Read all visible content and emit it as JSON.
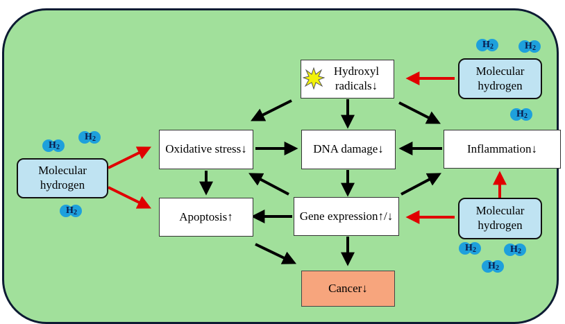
{
  "boxes": {
    "hydroxyl": "Hydroxyl radicals↓",
    "oxidative": "Oxidative stress↓",
    "dna": "DNA damage↓",
    "inflammation": "Inflammation↓",
    "apoptosis": "Apoptosis↑",
    "gene": "Gene expression↑/↓",
    "cancer": "Cancer↓",
    "molecular_hydrogen": "Molecular hydrogen"
  },
  "h2_label": "H",
  "h2_subscript": "2",
  "colors": {
    "panel": "#a1e09b",
    "molecular_hydrogen_box": "#bfe3f2",
    "cancer_box": "#f7a57d",
    "h2_bubble": "#1ea0dc",
    "hydrogen_arrow": "#e00000",
    "arrow": "#000000"
  }
}
